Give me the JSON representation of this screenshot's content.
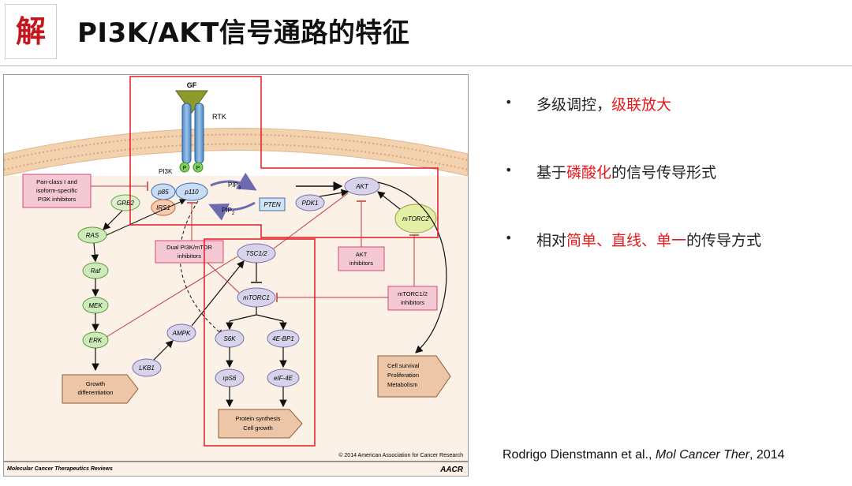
{
  "header": {
    "logo_glyph": "解",
    "title": "PI3K/AKT信号通路的特征"
  },
  "bullets": [
    {
      "marker": "•",
      "parts": [
        {
          "text": "多级调控，",
          "highlight": false
        },
        {
          "text": "级联放大",
          "highlight": true
        }
      ]
    },
    {
      "marker": "•",
      "parts": [
        {
          "text": "基于",
          "highlight": false
        },
        {
          "text": "磷酸化",
          "highlight": true
        },
        {
          "text": "的信号传导形式",
          "highlight": false
        }
      ]
    },
    {
      "marker": "•",
      "parts": [
        {
          "text": "相对",
          "highlight": false
        },
        {
          "text": "简单、直线、单一",
          "highlight": true
        },
        {
          "text": "的传导方式",
          "highlight": false
        }
      ]
    }
  ],
  "citation": {
    "authors": "Rodrigo Dienstmann et al., ",
    "journal": "Mol Cancer Ther",
    "year": ", 2014"
  },
  "diagram": {
    "gf": "GF",
    "rtk": "RTK",
    "p_label": "P",
    "pi3k": "PI3K",
    "p85": "p85",
    "p110": "p110",
    "irs1": "IRS1",
    "grb2": "GRB2",
    "pip3": "PIP",
    "pip3_sub": "3",
    "pip2": "PIP",
    "pip2_sub": "2",
    "pten": "PTEN",
    "pdk1": "PDK1",
    "akt": "AKT",
    "mtorc2": "mTORC2",
    "ras": "RAS",
    "raf": "Raf",
    "mek": "MEK",
    "erk": "ERK",
    "tsc": "TSC1/2",
    "mtorc1": "mTORC1",
    "s6k": "S6K",
    "ebp1": "4E-BP1",
    "rps6": "rpS6",
    "eif4e": "eIF-4E",
    "ampk": "AMPK",
    "lkb1": "LKB1",
    "pan_class_1": "Pan-class I and",
    "pan_class_2": "isoform-specific",
    "pan_class_3": "PI3K inhibitors",
    "dual_1": "Dual PI3K/mTOR",
    "dual_2": "inhibitors",
    "akt_inh_1": "AKT",
    "akt_inh_2": "inhibitors",
    "mtorc12_1": "mTORC1/2",
    "mtorc12_2": "inhibitors",
    "growth_1": "Growth",
    "growth_2": "differentiation",
    "protein_1": "Protein synthesis",
    "protein_2": "Cell growth",
    "survival_1": "Cell survival",
    "survival_2": "Proliferation",
    "survival_3": "Metabolism",
    "copyright": "© 2014 American Association for Cancer Research",
    "journal_footer": "Molecular Cancer Therapeutics Reviews",
    "aacr_logo": "AACR"
  },
  "colors": {
    "highlight": "#e8191c",
    "frame_red": "#e31b23",
    "membrane": "#f3c9a0",
    "node_fill": "#d7d3ea",
    "node_stroke": "#7a70a8",
    "green_node": "#bfe3a8",
    "inhibitor_fill": "#f4c9d4",
    "inhibitor_stroke": "#d44a72",
    "outcome_fill": "#ecc6a6",
    "outcome_stroke": "#8e5b35"
  }
}
